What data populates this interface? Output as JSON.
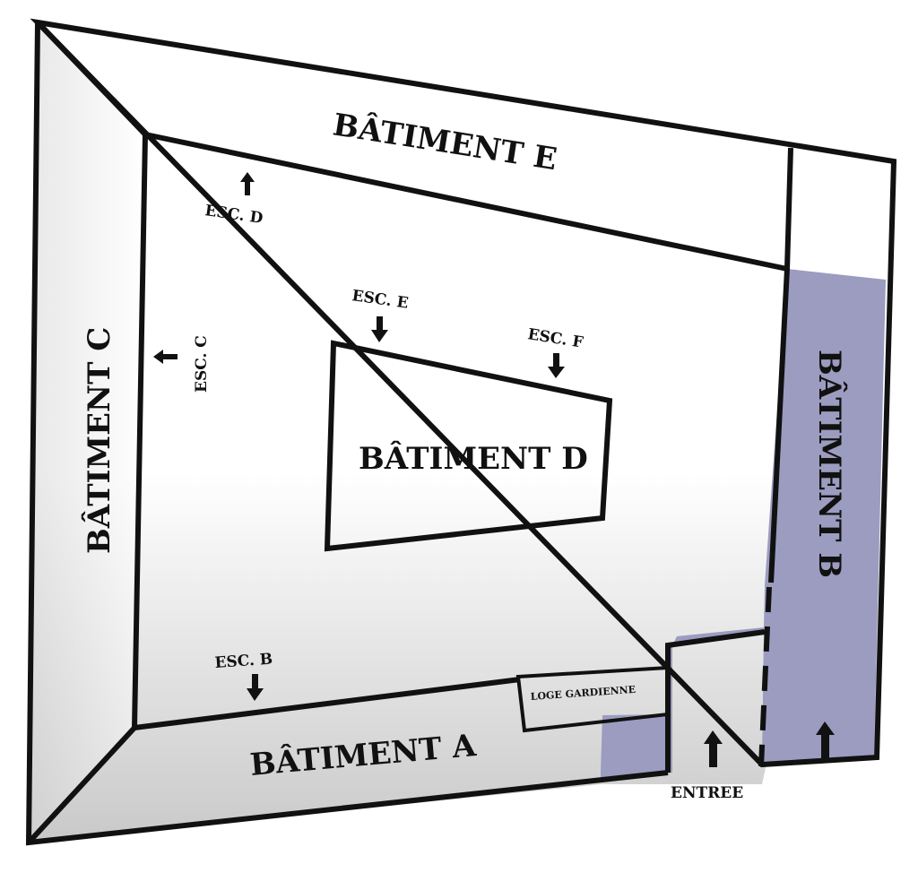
{
  "buildings": {
    "a": "BÂTIMENT A",
    "b": "BÂTIMENT B",
    "c": "BÂTIMENT C",
    "d": "BÂTIMENT D",
    "e": "BÂTIMENT E"
  },
  "stairs": {
    "b": "ESC. B",
    "c": "ESC. C",
    "d": "ESC. D",
    "e": "ESC. E",
    "f": "ESC. F"
  },
  "loge": "LOGE GARDIENNE",
  "entree": "ENTREE",
  "colors": {
    "highlight": "#9b9cc0",
    "outline": "#111111",
    "shadow": "#c8c8c8"
  }
}
